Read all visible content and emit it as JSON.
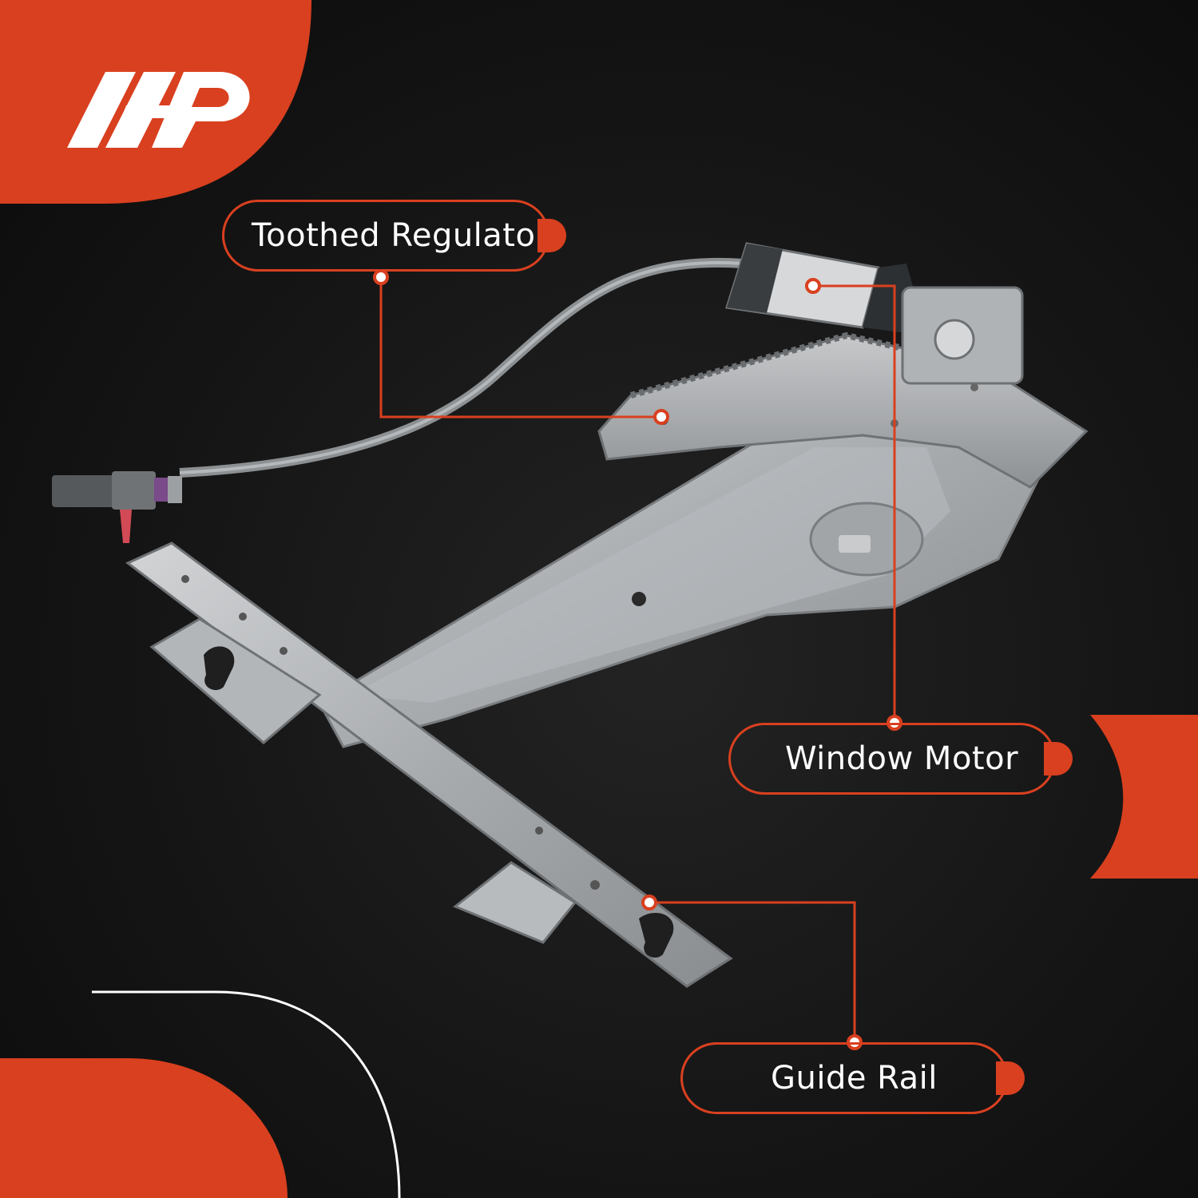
{
  "brand": {
    "logo_name": "ap-logo",
    "accent_color": "#d9401f",
    "background_color": "#151515"
  },
  "product": {
    "icon": "window-regulator-image"
  },
  "callouts": {
    "toothed_regulator": "Toothed Regulator",
    "window_motor": "Window Motor",
    "guide_rail": "Guide Rail"
  }
}
